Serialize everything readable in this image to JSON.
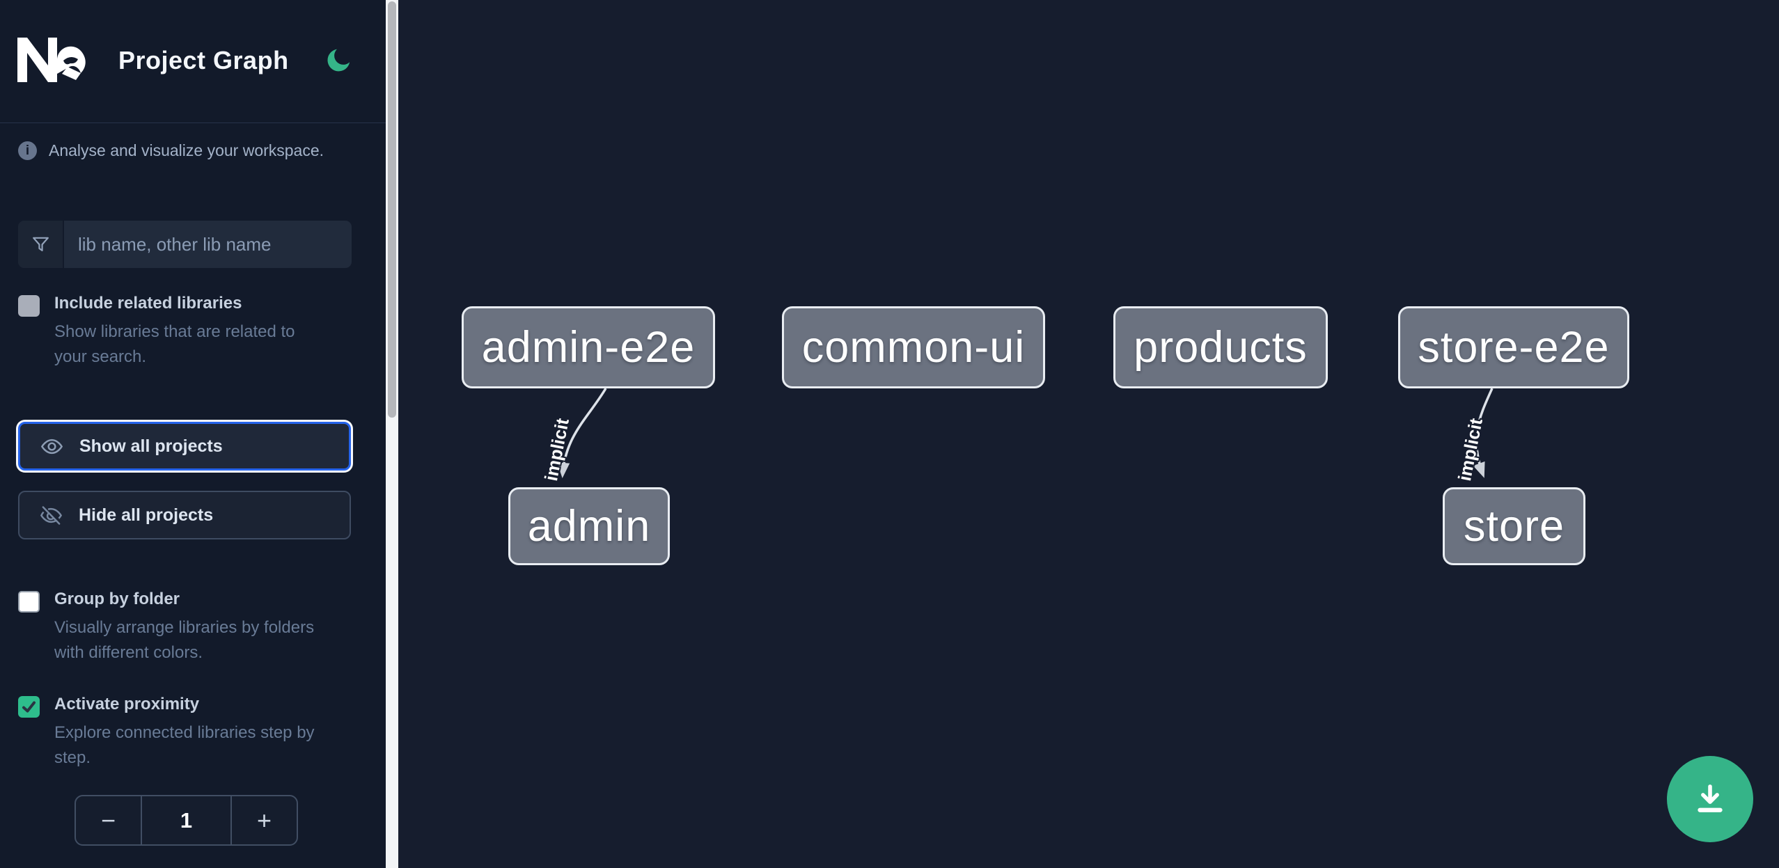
{
  "header": {
    "title": "Project Graph"
  },
  "sidebar": {
    "tagline": "Analyse and visualize your workspace.",
    "filter": {
      "placeholder": "lib name, other lib name"
    },
    "options": [
      {
        "label": "Include related libraries",
        "description": "Show libraries that are related to your search.",
        "checked": false,
        "enabled": false
      },
      {
        "label": "Group by folder",
        "description": "Visually arrange libraries by folders with different colors.",
        "checked": false,
        "enabled": true
      },
      {
        "label": "Activate proximity",
        "description": "Explore connected libraries step by step.",
        "checked": true,
        "enabled": true
      }
    ],
    "actions": {
      "show_all": "Show all projects",
      "hide_all": "Hide all projects"
    },
    "proximity_stepper": {
      "decrement": "−",
      "value": "1",
      "increment": "+"
    }
  },
  "graph": {
    "nodes": [
      {
        "label": "admin-e2e"
      },
      {
        "label": "common-ui"
      },
      {
        "label": "products"
      },
      {
        "label": "store-e2e"
      },
      {
        "label": "admin"
      },
      {
        "label": "store"
      }
    ],
    "edges": [
      {
        "source": "admin-e2e",
        "target": "admin",
        "label": "implicit"
      },
      {
        "source": "store-e2e",
        "target": "store",
        "label": "implicit"
      }
    ]
  },
  "icons": {
    "logo": "nx-logo",
    "theme_toggle": "moon-icon",
    "info": "info-icon",
    "filter": "funnel-icon",
    "show_all": "eye-icon",
    "hide_all": "eye-slash-icon",
    "fab": "download-icon"
  },
  "colors": {
    "accent_green": "#35b488",
    "checkbox_green": "#2ebd8c",
    "focus_blue": "#2563eb",
    "node_fill": "#6b7280",
    "node_border": "#e9edf2",
    "canvas_bg": "#161d2e",
    "sidebar_bg": "#121a2a"
  }
}
